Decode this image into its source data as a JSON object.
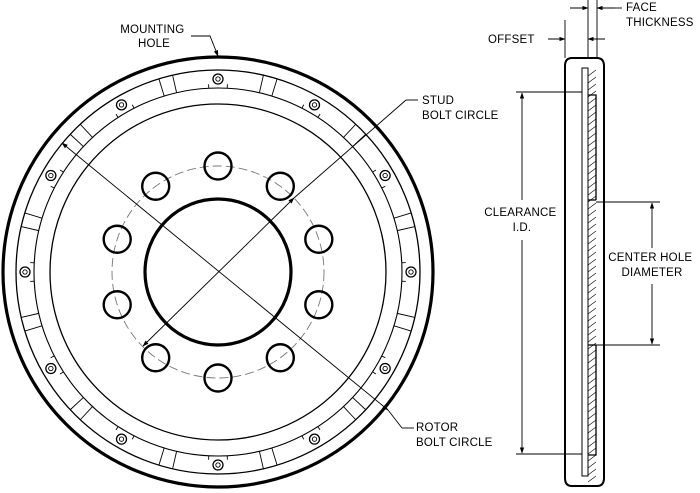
{
  "labels": {
    "mounting_hole": [
      "MOUNTING",
      "HOLE"
    ],
    "stud_bolt_circle": [
      "STUD",
      "BOLT CIRCLE"
    ],
    "rotor_bolt_circle": [
      "ROTOR",
      "BOLT CIRCLE"
    ],
    "offset": "OFFSET",
    "face_thickness": [
      "FACE",
      "THICKNESS"
    ],
    "clearance_id": [
      "CLEARANCE",
      "I.D."
    ],
    "center_hole_diameter": [
      "CENTER HOLE",
      "DIAMETER"
    ]
  },
  "colors": {
    "line": "#000000",
    "background": "#ffffff",
    "dash": "#777777"
  }
}
